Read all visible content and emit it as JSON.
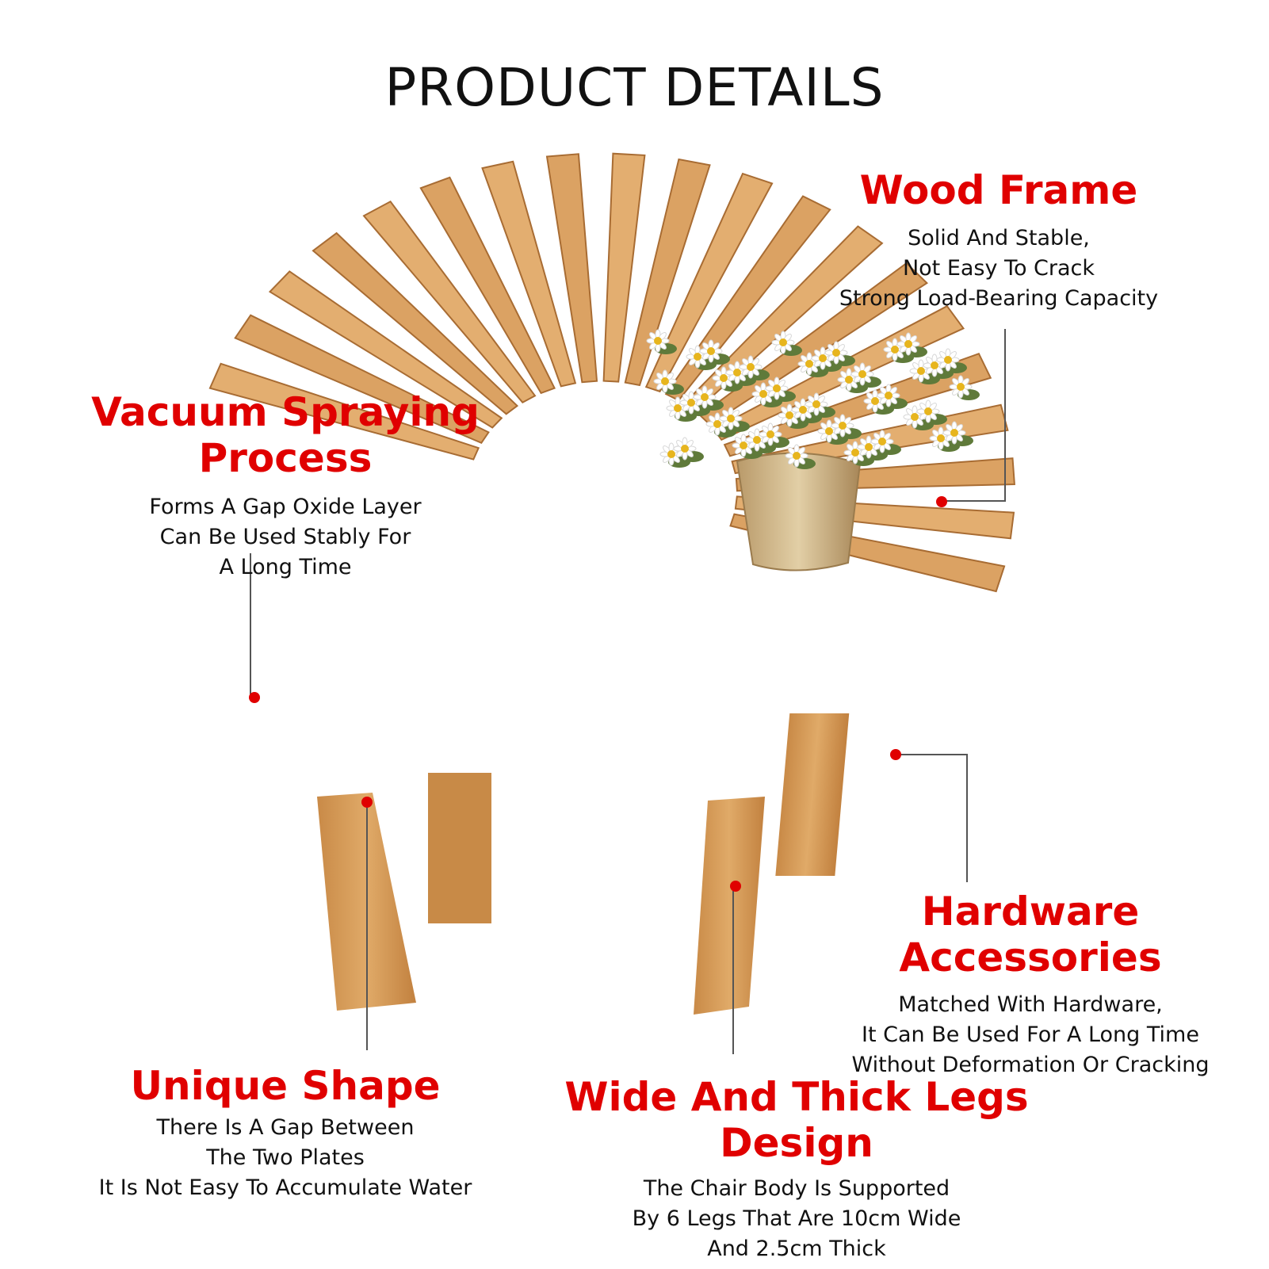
{
  "title": "PRODUCT DETAILS",
  "colors": {
    "accent": "#e00000",
    "text": "#111111",
    "wood": "#d9a05b",
    "wood_dark": "#b87a3c",
    "leader": "#555555"
  },
  "icons": [
    "wooden-bench-illustration",
    "flower-pot-illustration",
    "red-dot-marker"
  ],
  "callouts": {
    "wood_frame": {
      "heading": "Wood Frame",
      "lines": [
        "Solid And Stable,",
        "Not Easy To Crack",
        "Strong Load-Bearing Capacity"
      ]
    },
    "vacuum": {
      "heading": "Vacuum Spraying Process",
      "lines": [
        "Forms A Gap Oxide Layer",
        "Can Be Used Stably For",
        "A Long Time"
      ]
    },
    "hardware": {
      "heading": "Hardware Accessories",
      "lines": [
        "Matched With Hardware,",
        "It Can Be Used For A Long Time",
        "Without Deformation Or Cracking"
      ]
    },
    "unique": {
      "heading": "Unique Shape",
      "lines": [
        "There Is A Gap Between",
        "The Two Plates",
        "It Is Not Easy To Accumulate Water"
      ]
    },
    "legs": {
      "heading": "Wide And Thick Legs Design",
      "lines": [
        "The Chair Body Is Supported",
        "By 6 Legs That Are 10cm Wide",
        "And 2.5cm Thick"
      ]
    }
  }
}
